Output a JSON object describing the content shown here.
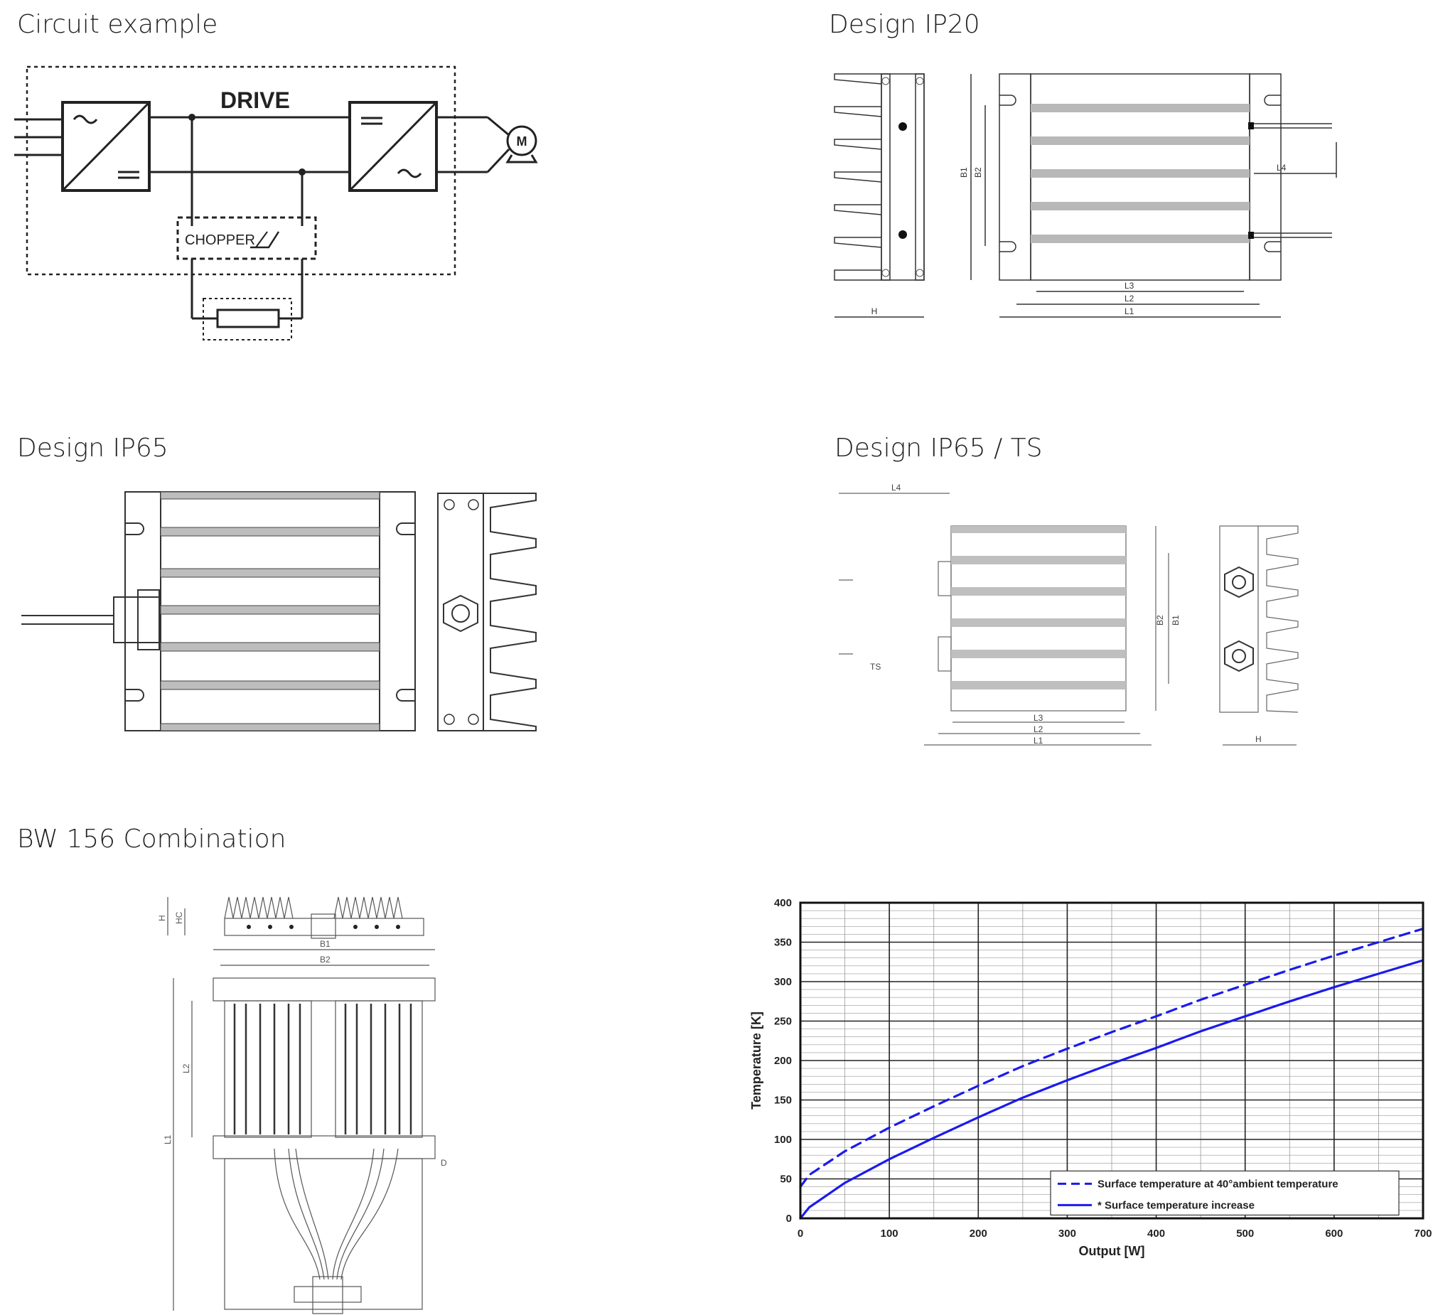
{
  "headings": {
    "circuit": "Circuit example",
    "ip20": "Design IP20",
    "ip65": "Design IP65",
    "ip65ts": "Design IP65 / TS",
    "combination": "BW 156 Combination"
  },
  "circuit_labels": {
    "drive": "DRIVE",
    "chopper": "CHOPPER",
    "motor": "M"
  },
  "dimension_labels": {
    "h": "H",
    "hc": "HC",
    "b1": "B1",
    "b2": "B2",
    "l1": "L1",
    "l2": "L2",
    "l3": "L3",
    "l4": "L4",
    "ts": "TS",
    "d": "D"
  },
  "colors": {
    "series": "#1a1aee",
    "grid": "#999999",
    "ink": "#222222",
    "stripe": "#b8b8b8"
  },
  "chart_data": {
    "type": "line",
    "xlabel": "Output  [W]",
    "ylabel": "Temperature  [K]",
    "xlim": [
      0,
      700
    ],
    "ylim": [
      0,
      400
    ],
    "xticks": [
      0,
      100,
      200,
      300,
      400,
      500,
      600,
      700
    ],
    "yticks": [
      0,
      50,
      100,
      150,
      200,
      250,
      300,
      350,
      400
    ],
    "grid": true,
    "legend_position": "lower-right",
    "series": [
      {
        "name": "Surface temperature at 40°ambient temperature",
        "style": "dashed",
        "x": [
          0,
          10,
          50,
          100,
          150,
          200,
          250,
          300,
          350,
          400,
          450,
          500,
          550,
          600,
          650,
          700
        ],
        "y": [
          40,
          55,
          85,
          115,
          142,
          168,
          193,
          215,
          236,
          256,
          277,
          296,
          315,
          333,
          350,
          367
        ]
      },
      {
        "name": "* Surface temperature increase",
        "style": "solid",
        "x": [
          0,
          10,
          50,
          100,
          150,
          200,
          250,
          300,
          350,
          400,
          450,
          500,
          550,
          600,
          650,
          700
        ],
        "y": [
          0,
          14,
          45,
          75,
          102,
          128,
          153,
          175,
          196,
          216,
          237,
          256,
          275,
          293,
          310,
          327
        ]
      }
    ]
  }
}
